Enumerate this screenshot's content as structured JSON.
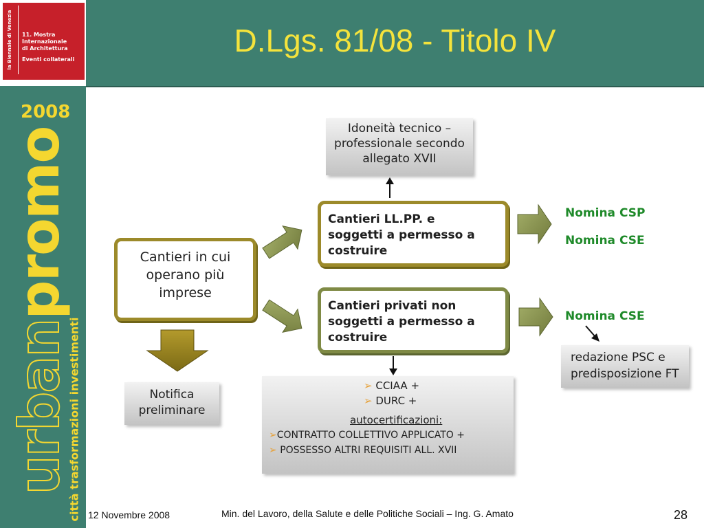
{
  "slide": {
    "title": "D.Lgs. 81/08 - Titolo IV",
    "footer_date": "12 Novembre 2008",
    "footer_center": "Min. del Lavoro, della Salute e delle Politiche Sociali – Ing. G. Amato",
    "page_number": "28"
  },
  "logo": {
    "vertical": "la Biennale di Venezia",
    "lines": [
      "11. Mostra",
      "Internazionale",
      "di Architettura",
      "Eventi collaterali"
    ]
  },
  "brand": {
    "year": "2008",
    "word_outline": "urban",
    "word_solid": "promo",
    "tagline": "città trasformazioni investimenti"
  },
  "diagram": {
    "start_box": [
      "Cantieri in cui",
      "operano più",
      "imprese"
    ],
    "idoneita": [
      "Idoneità tecnico –",
      "professionale secondo",
      "allegato XVII"
    ],
    "public_box": [
      "Cantieri LL.PP. e",
      "soggetti a permesso a",
      "costruire"
    ],
    "private_box": [
      "Cantieri privati non",
      "soggetti a permesso a",
      "costruire"
    ],
    "nomina_csp": "Nomina CSP",
    "nomina_cse": "Nomina CSE",
    "nomina_cse_2": "Nomina CSE",
    "redazione": [
      "redazione PSC e",
      "predisposizione FT"
    ],
    "notifica": [
      "Notifica",
      "preliminare"
    ],
    "requirements": {
      "item1": "CCIAA +",
      "item2": "DURC +",
      "heading": "autocertificazioni:",
      "item3": "CONTRATTO COLLETTIVO APPLICATO +",
      "item4": "POSSESSO ALTRI REQUISITI ALL. XVII"
    },
    "colors": {
      "gold": "#9c8a2a",
      "olive": "#7f8a45",
      "green_text": "#1f8a2a",
      "bullet": "#e6a23c"
    }
  }
}
